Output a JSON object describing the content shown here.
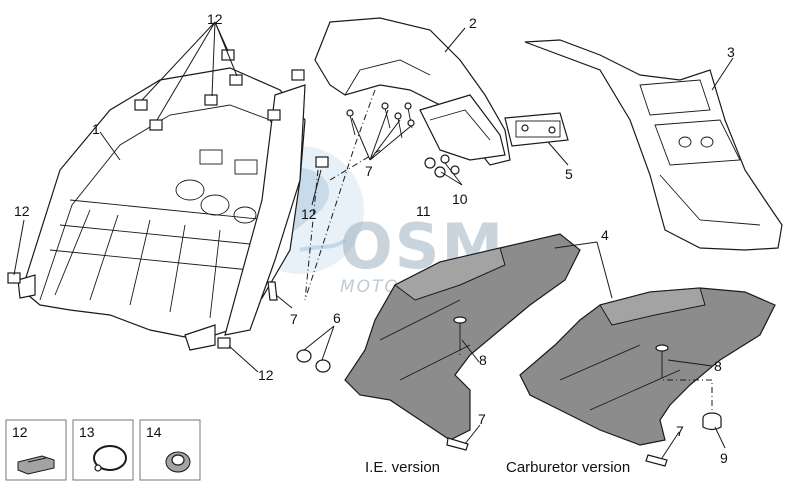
{
  "diagram": {
    "callouts": {
      "c1": "1",
      "c2": "2",
      "c3": "3",
      "c4": "4",
      "c5": "5",
      "c6": "6",
      "c7a": "7",
      "c7b": "7",
      "c7c": "7",
      "c7d": "7",
      "c8a": "8",
      "c8b": "8",
      "c9": "9",
      "c10": "10",
      "c11": "11",
      "c12a": "12",
      "c12b": "12",
      "c12c": "12",
      "c12d": "12"
    },
    "captions": {
      "ie": "I.E. version",
      "carb": "Carburetor version"
    },
    "legend_boxes": [
      {
        "label": "12",
        "icon": "clip-nut-icon"
      },
      {
        "label": "13",
        "icon": "hose-clamp-icon"
      },
      {
        "label": "14",
        "icon": "grommet-icon"
      }
    ],
    "watermark": {
      "logo": "OSM",
      "subtitle": "MOTORPARTS"
    }
  }
}
